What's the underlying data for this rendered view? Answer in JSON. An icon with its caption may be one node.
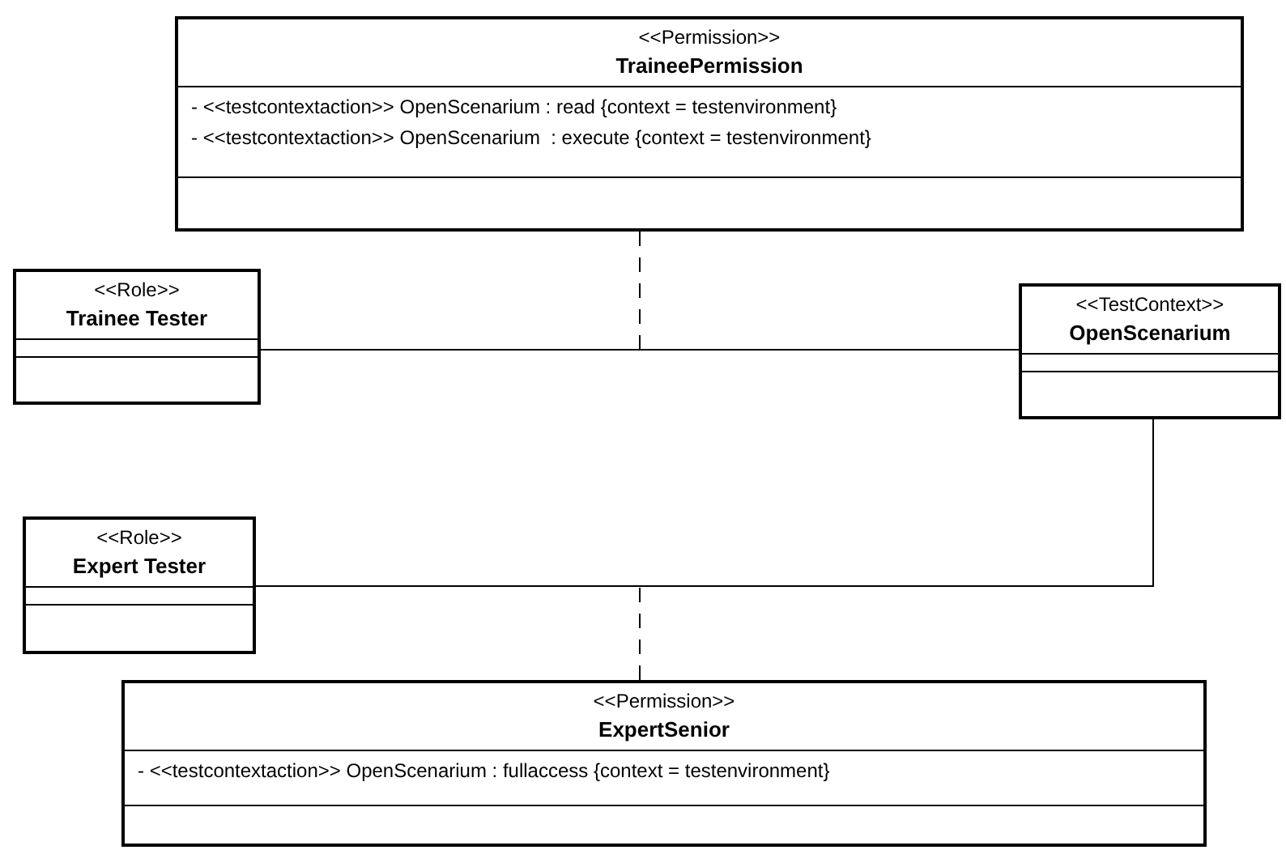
{
  "diagram": {
    "nodes": [
      {
        "text": [
          "<<Permission>>",
          "TraineePermission",
          "- <<testcontextaction>> OpenScenarium : read {context = testenvironment}",
          "- <<testcontextaction>> OpenScenarium  : execute {context = testenvironment}"
        ]
      },
      {
        "text": [
          "<<Role>>",
          "Trainee Tester"
        ]
      },
      {
        "text": [
          "<<TestContext>>",
          "OpenScenarium"
        ]
      },
      {
        "text": [
          "<<Role>>",
          "Expert Tester"
        ]
      },
      {
        "text": [
          "<<Permission>>",
          "ExpertSenior",
          "- <<testcontextaction>> OpenScenarium : fullaccess {context = testenvironment}"
        ]
      }
    ],
    "edges": [
      {
        "from": 1,
        "to": 2,
        "arrow": "none"
      },
      {
        "from": 3,
        "to": 2,
        "arrow": "none"
      },
      {
        "from": 0,
        "to": null,
        "arrow": "none",
        "style": "dashed"
      },
      {
        "from": 4,
        "to": null,
        "arrow": "none",
        "style": "dashed"
      }
    ]
  }
}
